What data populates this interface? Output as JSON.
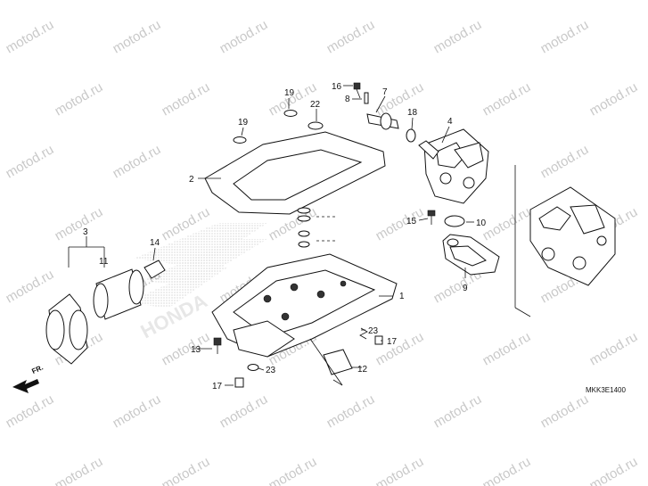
{
  "watermark": {
    "text": "motod.ru"
  },
  "diagram": {
    "code": "MKK3E1400",
    "front_marker": "FR.",
    "brand_mark": "HONDA",
    "callouts": [
      {
        "id": "c1",
        "label": "1"
      },
      {
        "id": "c2",
        "label": "2"
      },
      {
        "id": "c3",
        "label": "3"
      },
      {
        "id": "c4",
        "label": "4"
      },
      {
        "id": "c7",
        "label": "7"
      },
      {
        "id": "c8",
        "label": "8"
      },
      {
        "id": "c9",
        "label": "9"
      },
      {
        "id": "c10",
        "label": "10"
      },
      {
        "id": "c11",
        "label": "11"
      },
      {
        "id": "c12",
        "label": "12"
      },
      {
        "id": "c13",
        "label": "13"
      },
      {
        "id": "c14",
        "label": "14"
      },
      {
        "id": "c15",
        "label": "15"
      },
      {
        "id": "c16",
        "label": "16"
      },
      {
        "id": "c17a",
        "label": "17"
      },
      {
        "id": "c17b",
        "label": "17"
      },
      {
        "id": "c18",
        "label": "18"
      },
      {
        "id": "c19a",
        "label": "19"
      },
      {
        "id": "c19b",
        "label": "19"
      },
      {
        "id": "c22",
        "label": "22"
      },
      {
        "id": "c23a",
        "label": "23"
      },
      {
        "id": "c23b",
        "label": "23"
      }
    ]
  }
}
